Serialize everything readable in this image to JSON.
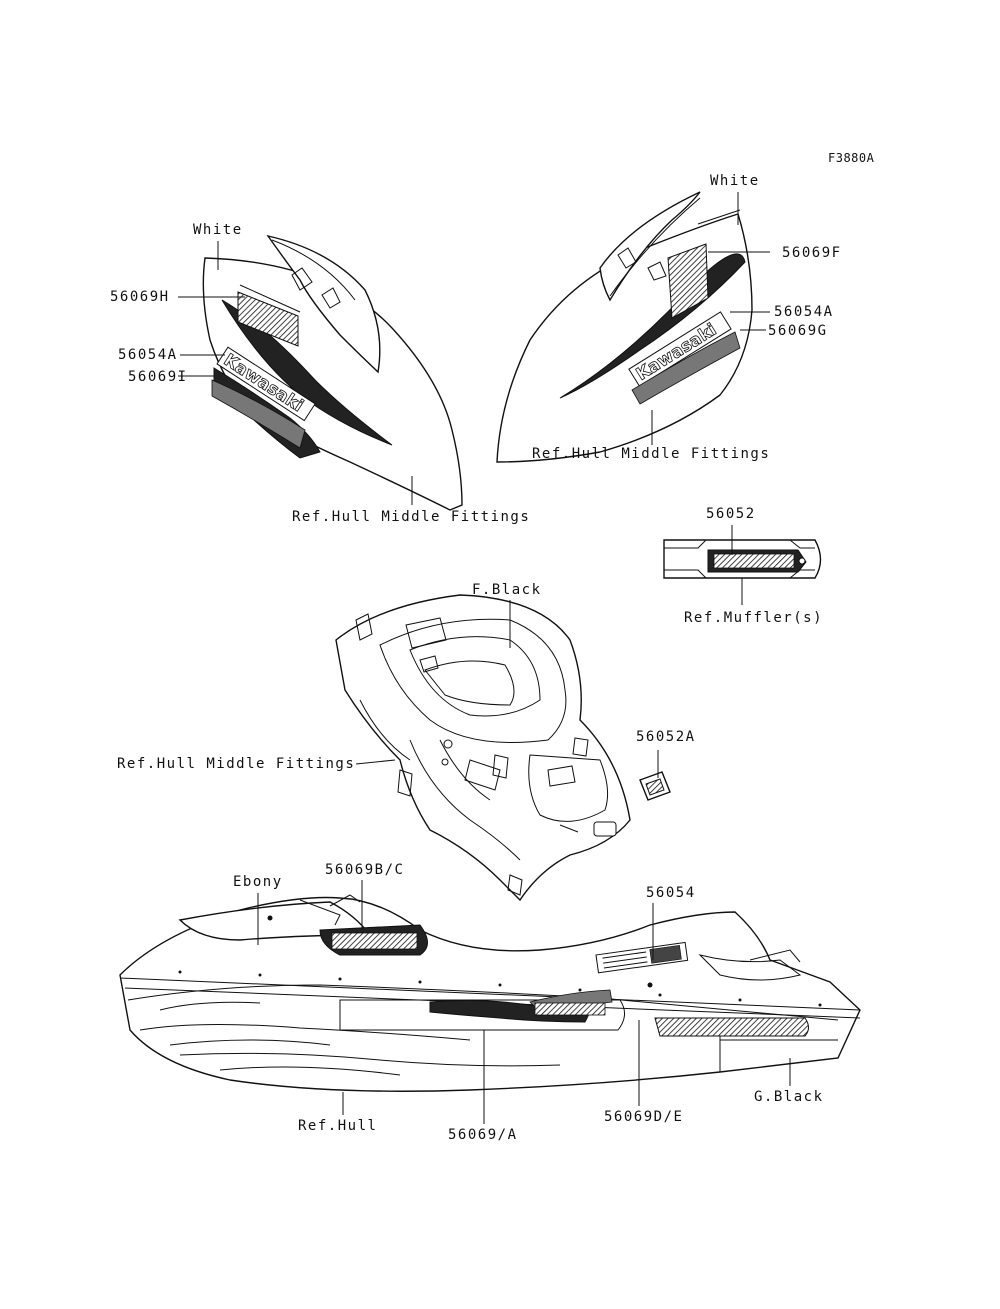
{
  "figure_code": "F3880A",
  "logo_text": "Kawasaki",
  "labels": {
    "white_left": "White",
    "white_right": "White",
    "p56069H": "56069H",
    "p56054A_left": "56054A",
    "p56069I": "56069I",
    "ref_hull_middle_left": "Ref.Hull Middle Fittings",
    "p56069F": "56069F",
    "p56054A_right": "56054A",
    "p56069G": "56069G",
    "ref_hull_middle_right": "Ref.Hull Middle Fittings",
    "p56052": "56052",
    "ref_muffler": "Ref.Muffler(s)",
    "f_black": "F.Black",
    "p56052A": "56052A",
    "ref_hull_middle_center": "Ref.Hull Middle Fittings",
    "ebony": "Ebony",
    "p56069BC": "56069B/C",
    "p56054": "56054",
    "ref_hull": "Ref.Hull",
    "p56069A": "56069/A",
    "p56069DE": "56069D/E",
    "g_black": "G.Black"
  }
}
